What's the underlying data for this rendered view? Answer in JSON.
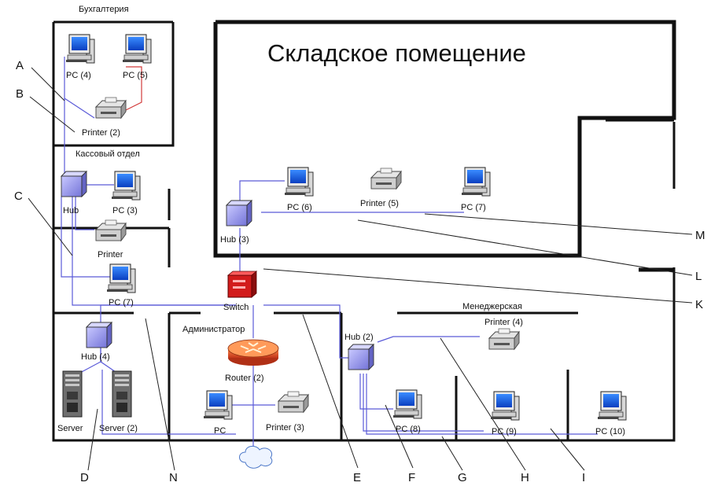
{
  "title": "Складское помещение",
  "rooms": {
    "accounting": "Бухгалтерия",
    "cashier": "Кассовый отдел",
    "admin": "Администратор",
    "managers": "Менеджерская"
  },
  "devices": {
    "pc4": "PC (4)",
    "pc5": "PC (5)",
    "printer2": "Printer (2)",
    "hub": "Hub",
    "pc3": "PC (3)",
    "printer": "Printer",
    "pc7": "PC (7)",
    "hub3": "Hub (3)",
    "pc6": "PC (6)",
    "printer5": "Printer (5)",
    "pc7b": "PC (7)",
    "switch": "Switch",
    "router2": "Router (2)",
    "hub4": "Hub (4)",
    "server": "Server",
    "server2": "Server (2)",
    "pc_admin": "PC",
    "printer3": "Printer (3)",
    "hub2": "Hub (2)",
    "printer4": "Printer (4)",
    "pc8": "PC (8)",
    "pc9": "PC (9)",
    "pc10": "PC (10)"
  },
  "letters": [
    "A",
    "B",
    "C",
    "D",
    "N",
    "E",
    "F",
    "G",
    "H",
    "I",
    "M",
    "L",
    "K"
  ]
}
